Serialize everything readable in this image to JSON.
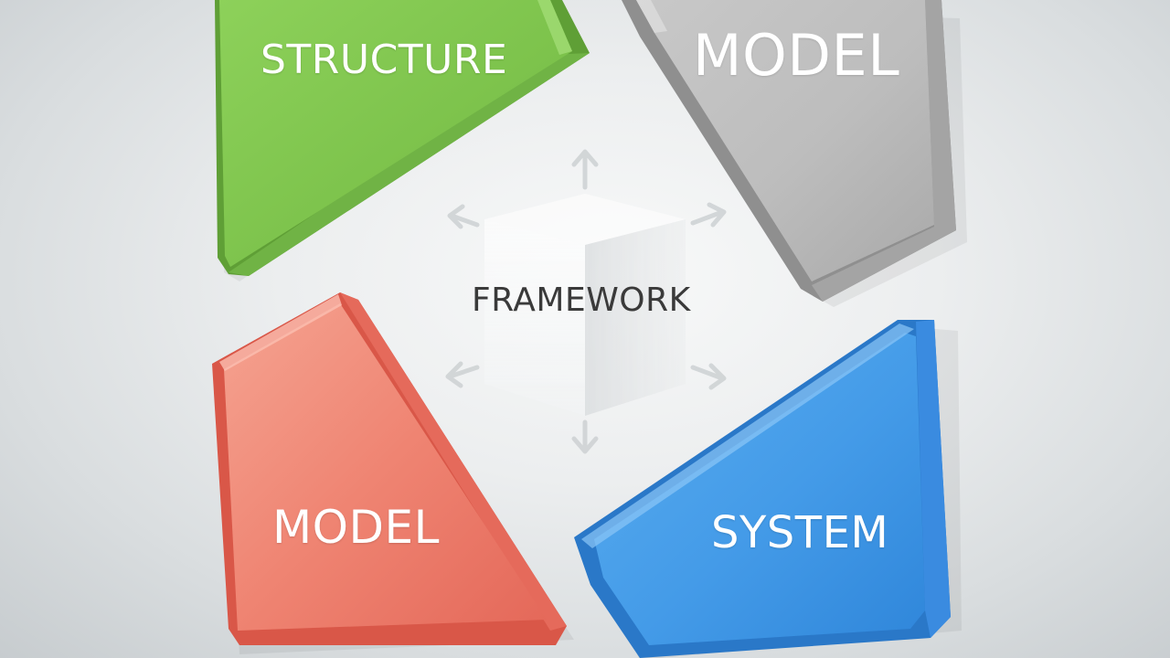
{
  "diagram": {
    "center_label": "FRAMEWORK",
    "segments": [
      {
        "position": "top-left",
        "label": "STRUCTURE",
        "color": "#7cc04f"
      },
      {
        "position": "top-right",
        "label": "MODEL",
        "color": "#b9b9b9"
      },
      {
        "position": "bottom-left",
        "label": "MODEL",
        "color": "#ee7b6c"
      },
      {
        "position": "bottom-right",
        "label": "SYSTEM",
        "color": "#3f96e6"
      }
    ],
    "center_icon": "cube-with-arrows-icon"
  }
}
